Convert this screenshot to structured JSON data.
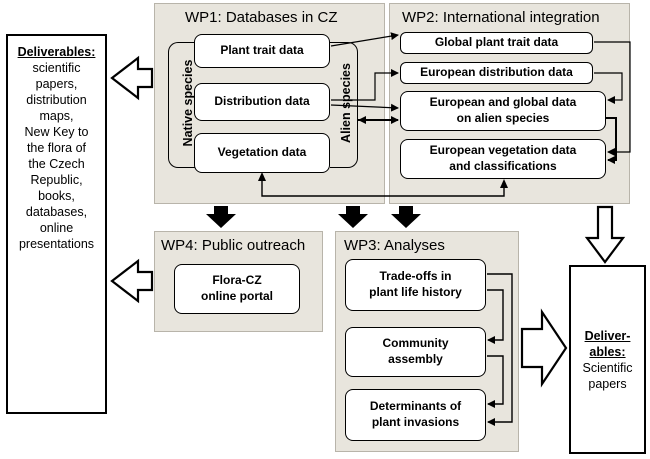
{
  "wp1": {
    "title": "WP1: Databases in CZ",
    "native_label": "Native species",
    "alien_label": "Alien species",
    "boxes": [
      "Plant trait data",
      "Distribution data",
      "Vegetation data"
    ]
  },
  "wp2": {
    "title": "WP2: International integration",
    "boxes": [
      "Global plant trait data",
      "European distribution data",
      "European and global data\non alien species",
      "European vegetation data\nand classifications"
    ]
  },
  "wp3": {
    "title": "WP3: Analyses",
    "boxes": [
      "Trade-offs in\nplant life history",
      "Community\nassembly",
      "Determinants of\nplant invasions"
    ]
  },
  "wp4": {
    "title": "WP4: Public outreach",
    "boxes": [
      "Flora-CZ\nonline portal"
    ]
  },
  "deliverables_left": {
    "heading": "Deliverables:",
    "body": "scientific\npapers,\ndistribution\nmaps,\nNew Key to\nthe flora of\nthe Czech\nRepublic,\nbooks,\ndatabases,\nonline\npresentations"
  },
  "deliverables_right": {
    "heading": "Deliver-\nables:",
    "body": "Scientific\npapers"
  }
}
